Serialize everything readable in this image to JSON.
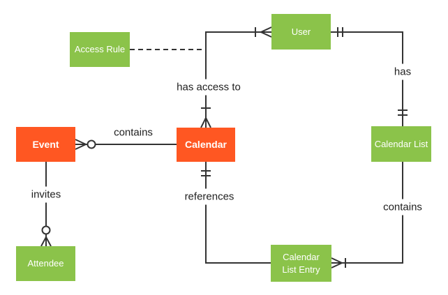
{
  "colors": {
    "entity_green": "#8BC34A",
    "entity_orange": "#FF5722",
    "line": "#333333",
    "label_text": "#212121",
    "entity_text": "#FFFFFF",
    "background": "#FFFFFF"
  },
  "entities": {
    "access_rule": {
      "label": "Access Rule",
      "color": "green"
    },
    "user": {
      "label": "User",
      "color": "green"
    },
    "event": {
      "label": "Event",
      "color": "orange"
    },
    "calendar": {
      "label": "Calendar",
      "color": "orange"
    },
    "calendar_list": {
      "label": "Calendar List",
      "color": "green"
    },
    "attendee": {
      "label": "Attendee",
      "color": "green"
    },
    "calendar_list_entry": {
      "label": "Calendar List Entry",
      "color": "green"
    }
  },
  "relationship_labels": {
    "has_access_to": "has access to",
    "contains_event_calendar": "contains",
    "invites": "invites",
    "references": "references",
    "has": "has",
    "contains_list_entry": "contains"
  },
  "relationships": [
    {
      "from": "Event",
      "to": "Calendar",
      "label": "contains",
      "from_cardinality": "zero-or-many",
      "to_cardinality": "plain",
      "style": "solid"
    },
    {
      "from": "Calendar",
      "to": "User",
      "label": "has access to",
      "from_cardinality": "one-or-many",
      "to_cardinality": "one-or-many",
      "style": "solid"
    },
    {
      "from": "Access Rule",
      "to": "Calendar-User connector",
      "label": "",
      "from_cardinality": "plain",
      "to_cardinality": "plain",
      "style": "dashed"
    },
    {
      "from": "User",
      "to": "Calendar List",
      "label": "has",
      "from_cardinality": "exactly-one",
      "to_cardinality": "exactly-one",
      "style": "solid"
    },
    {
      "from": "Calendar List",
      "to": "Calendar List Entry",
      "label": "contains",
      "from_cardinality": "plain",
      "to_cardinality": "one-or-many",
      "style": "solid"
    },
    {
      "from": "Calendar",
      "to": "Calendar List Entry",
      "label": "references",
      "from_cardinality": "exactly-one",
      "to_cardinality": "plain",
      "style": "solid"
    },
    {
      "from": "Event",
      "to": "Attendee",
      "label": "invites",
      "from_cardinality": "plain",
      "to_cardinality": "zero-or-many",
      "style": "solid"
    }
  ]
}
